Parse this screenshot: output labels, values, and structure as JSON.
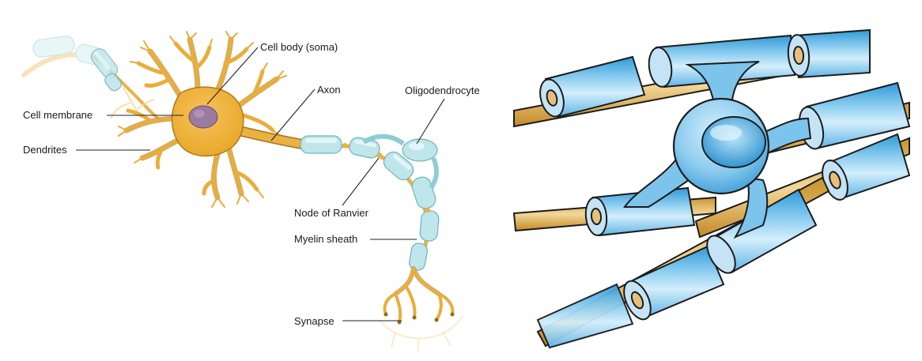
{
  "labels": {
    "cell_body": "Cell body (soma)",
    "axon": "Axon",
    "oligodendrocyte": "Oligodendrocyte",
    "cell_membrane": "Cell membrane",
    "dendrites": "Dendrites",
    "node_of_ranvier": "Node of Ranvier",
    "myelin_sheath": "Myelin sheath",
    "synapse": "Synapse"
  },
  "colors": {
    "neuron": "#eab143",
    "nucleus": "#9b7ba0",
    "myelin": "#bfe6ea",
    "sheath_blue": "#5bb8e8",
    "axon_core": "#e6c07a",
    "outline": "#1c1c1c"
  }
}
